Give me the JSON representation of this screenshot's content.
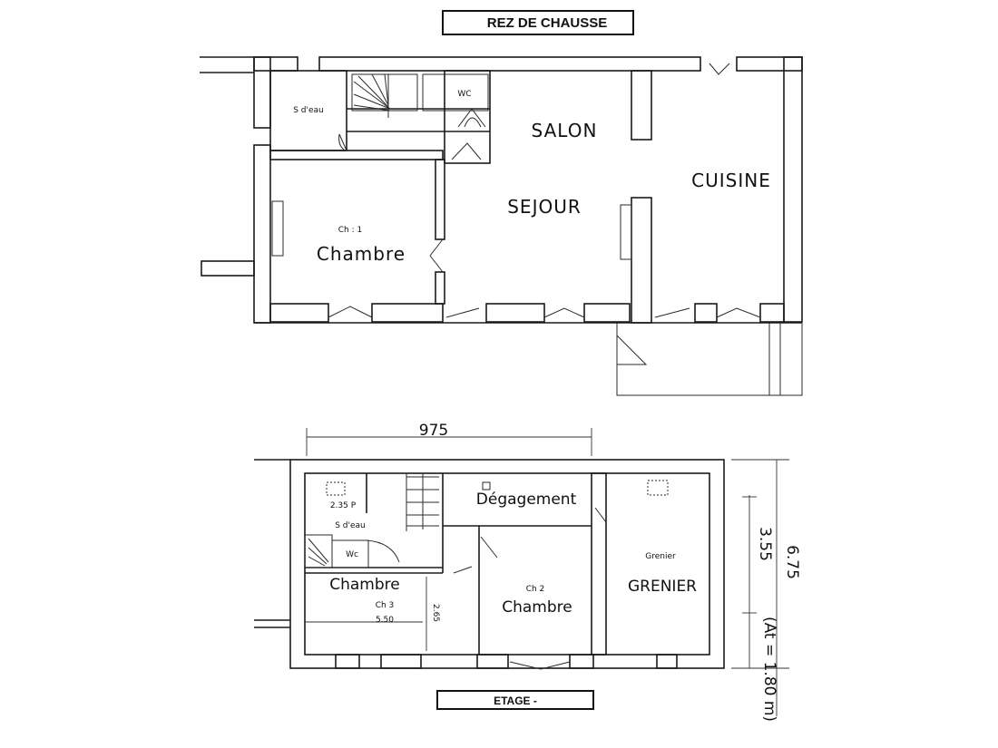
{
  "titles": {
    "ground_floor": "REZ DE CHAUSSE",
    "upper_floor": "ETAGE -"
  },
  "ground_floor": {
    "rooms": {
      "salle_eau": "S d'eau",
      "wc": "WC",
      "salon": "SALON",
      "sejour": "SEJOUR",
      "cuisine": "CUISINE",
      "chambre_code": "Ch : 1",
      "chambre": "Chambre"
    }
  },
  "upper_floor": {
    "rooms": {
      "salle_eau_dim": "2.35 P",
      "salle_eau": "S d'eau",
      "wc": "Wc",
      "degagement": "Dégagement",
      "chambre_3": "Chambre",
      "chambre_3_code": "Ch 3",
      "chambre_3_dim": "5.50",
      "chambre_3_height": "2.65",
      "chambre_2_code": "Ch 2",
      "chambre_2": "Chambre",
      "grenier_small": "Grenier",
      "grenier": "GRENIER"
    },
    "dimensions": {
      "width": "975",
      "height_inner": "3.55",
      "height_total": "6.75",
      "note": "(At = 1.80 m)"
    }
  },
  "colors": {
    "ink": "#1a1a1a",
    "paper": "#ffffff"
  }
}
